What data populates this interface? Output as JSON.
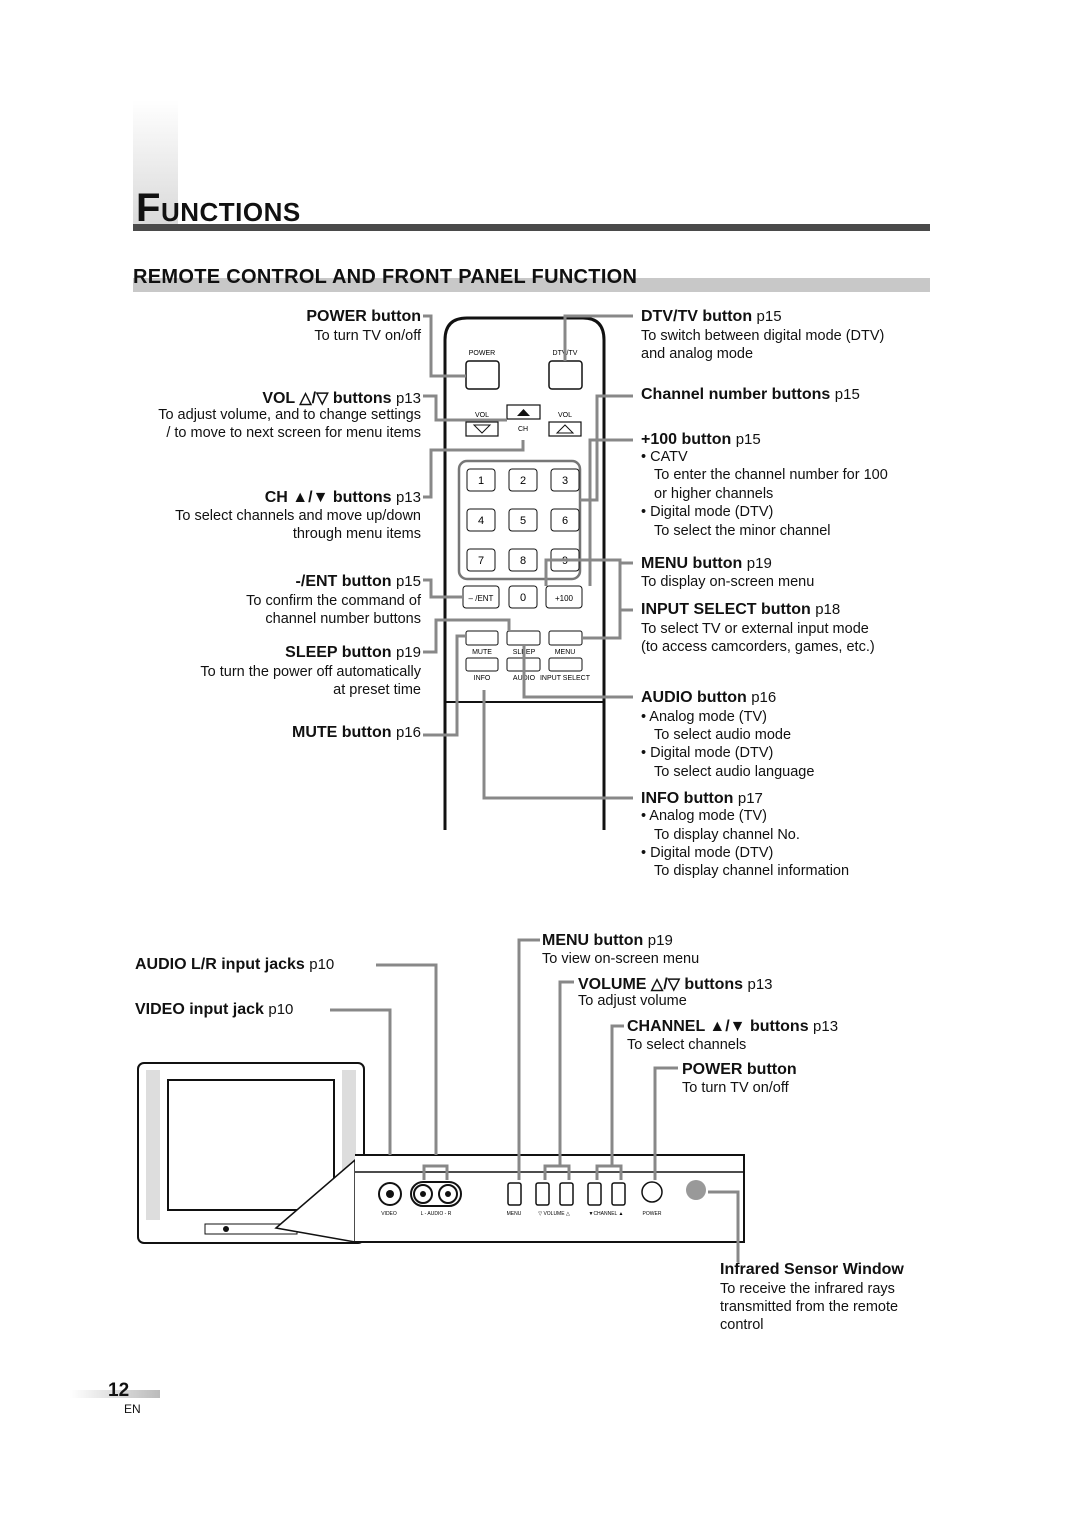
{
  "header": {
    "title_initial": "F",
    "title_rest": "UNCTIONS"
  },
  "section": {
    "title": "REMOTE CONTROL AND FRONT PANEL FUNCTION"
  },
  "remote": {
    "power_label": "POWER",
    "dtvtv_label": "DTV/TV",
    "vol_left_label": "VOL",
    "vol_right_label": "VOL",
    "ch_label": "CH",
    "keys": [
      "1",
      "2",
      "3",
      "4",
      "5",
      "6",
      "7",
      "8",
      "9"
    ],
    "ent_key": "– /ENT",
    "zero_key": "0",
    "plus100_key": "+100",
    "mute_label": "MUTE",
    "sleep_label": "SLEEP",
    "menu_label": "MENU",
    "info_label": "INFO",
    "audio_label": "AUDIO",
    "input_select_label": "INPUT SELECT"
  },
  "left": {
    "power": {
      "label": "POWER button",
      "desc": "To turn TV on/off"
    },
    "vol": {
      "label": "VOL △/▽ buttons",
      "page": "p13",
      "desc1": "To adjust volume, and to change settings",
      "desc2": "/ to move to next screen for menu items"
    },
    "ch": {
      "label": "CH ▲/▼ buttons",
      "page": "p13",
      "desc1": "To select channels and move up/down",
      "desc2": "through menu items"
    },
    "ent": {
      "label": "-/ENT button",
      "page": "p15",
      "desc1": "To confirm the command of",
      "desc2": "channel number buttons"
    },
    "sleep": {
      "label": "SLEEP button",
      "page": "p19",
      "desc1": "To turn the power off automatically",
      "desc2": "at preset time"
    },
    "mute": {
      "label": "MUTE button",
      "page": "p16"
    }
  },
  "right": {
    "dtvtv": {
      "label": "DTV/TV button",
      "page": "p15",
      "desc1": "To switch between digital mode (DTV)",
      "desc2": "and analog mode"
    },
    "chnum": {
      "label": "Channel number buttons",
      "page": "p15"
    },
    "plus100": {
      "label": "+100 button",
      "page": "p15",
      "b1": "•  CATV",
      "b1a": "To enter the channel number for 100",
      "b1b": "or higher channels",
      "b2": "•  Digital mode (DTV)",
      "b2a": "To select the minor channel"
    },
    "menu": {
      "label": "MENU button",
      "page": "p19",
      "desc": "To display on-screen menu"
    },
    "input": {
      "label": "INPUT SELECT button",
      "page": "p18",
      "desc1": "To select TV or external input mode",
      "desc2": "(to access camcorders, games, etc.)"
    },
    "audio": {
      "label": "AUDIO button",
      "page": "p16",
      "b1": "•  Analog mode (TV)",
      "b1a": "To select audio mode",
      "b2": "•  Digital mode (DTV)",
      "b2a": "To select audio language"
    },
    "info": {
      "label": "INFO button",
      "page": "p17",
      "b1": "•  Analog mode (TV)",
      "b1a": "To display channel No.",
      "b2": "•  Digital mode (DTV)",
      "b2a": "To display channel information"
    }
  },
  "panel": {
    "audio_jacks": {
      "label": "AUDIO L/R input jacks",
      "page": "p10"
    },
    "video_jack": {
      "label": "VIDEO input jack",
      "page": "p10"
    },
    "menu": {
      "label": "MENU button",
      "page": "p19",
      "desc": "To view on-screen menu"
    },
    "volume": {
      "label": "VOLUME △/▽ buttons",
      "page": "p13",
      "desc": "To adjust volume"
    },
    "channel": {
      "label": "CHANNEL ▲/▼ buttons",
      "page": "p13",
      "desc": "To select channels"
    },
    "power": {
      "label": "POWER button",
      "desc": "To turn TV on/off"
    },
    "infrared": {
      "label": "Infrared Sensor Window",
      "desc1": "To receive the infrared rays",
      "desc2": "transmitted from the remote",
      "desc3": "control"
    },
    "strip": {
      "video": "VIDEO",
      "audio": "L - AUDIO - R",
      "menu": "MENU",
      "volume": "▽ VOLUME △",
      "channel": "▼CHANNEL ▲",
      "power": "POWER"
    }
  },
  "footer": {
    "page_number": "12",
    "lang": "EN"
  }
}
